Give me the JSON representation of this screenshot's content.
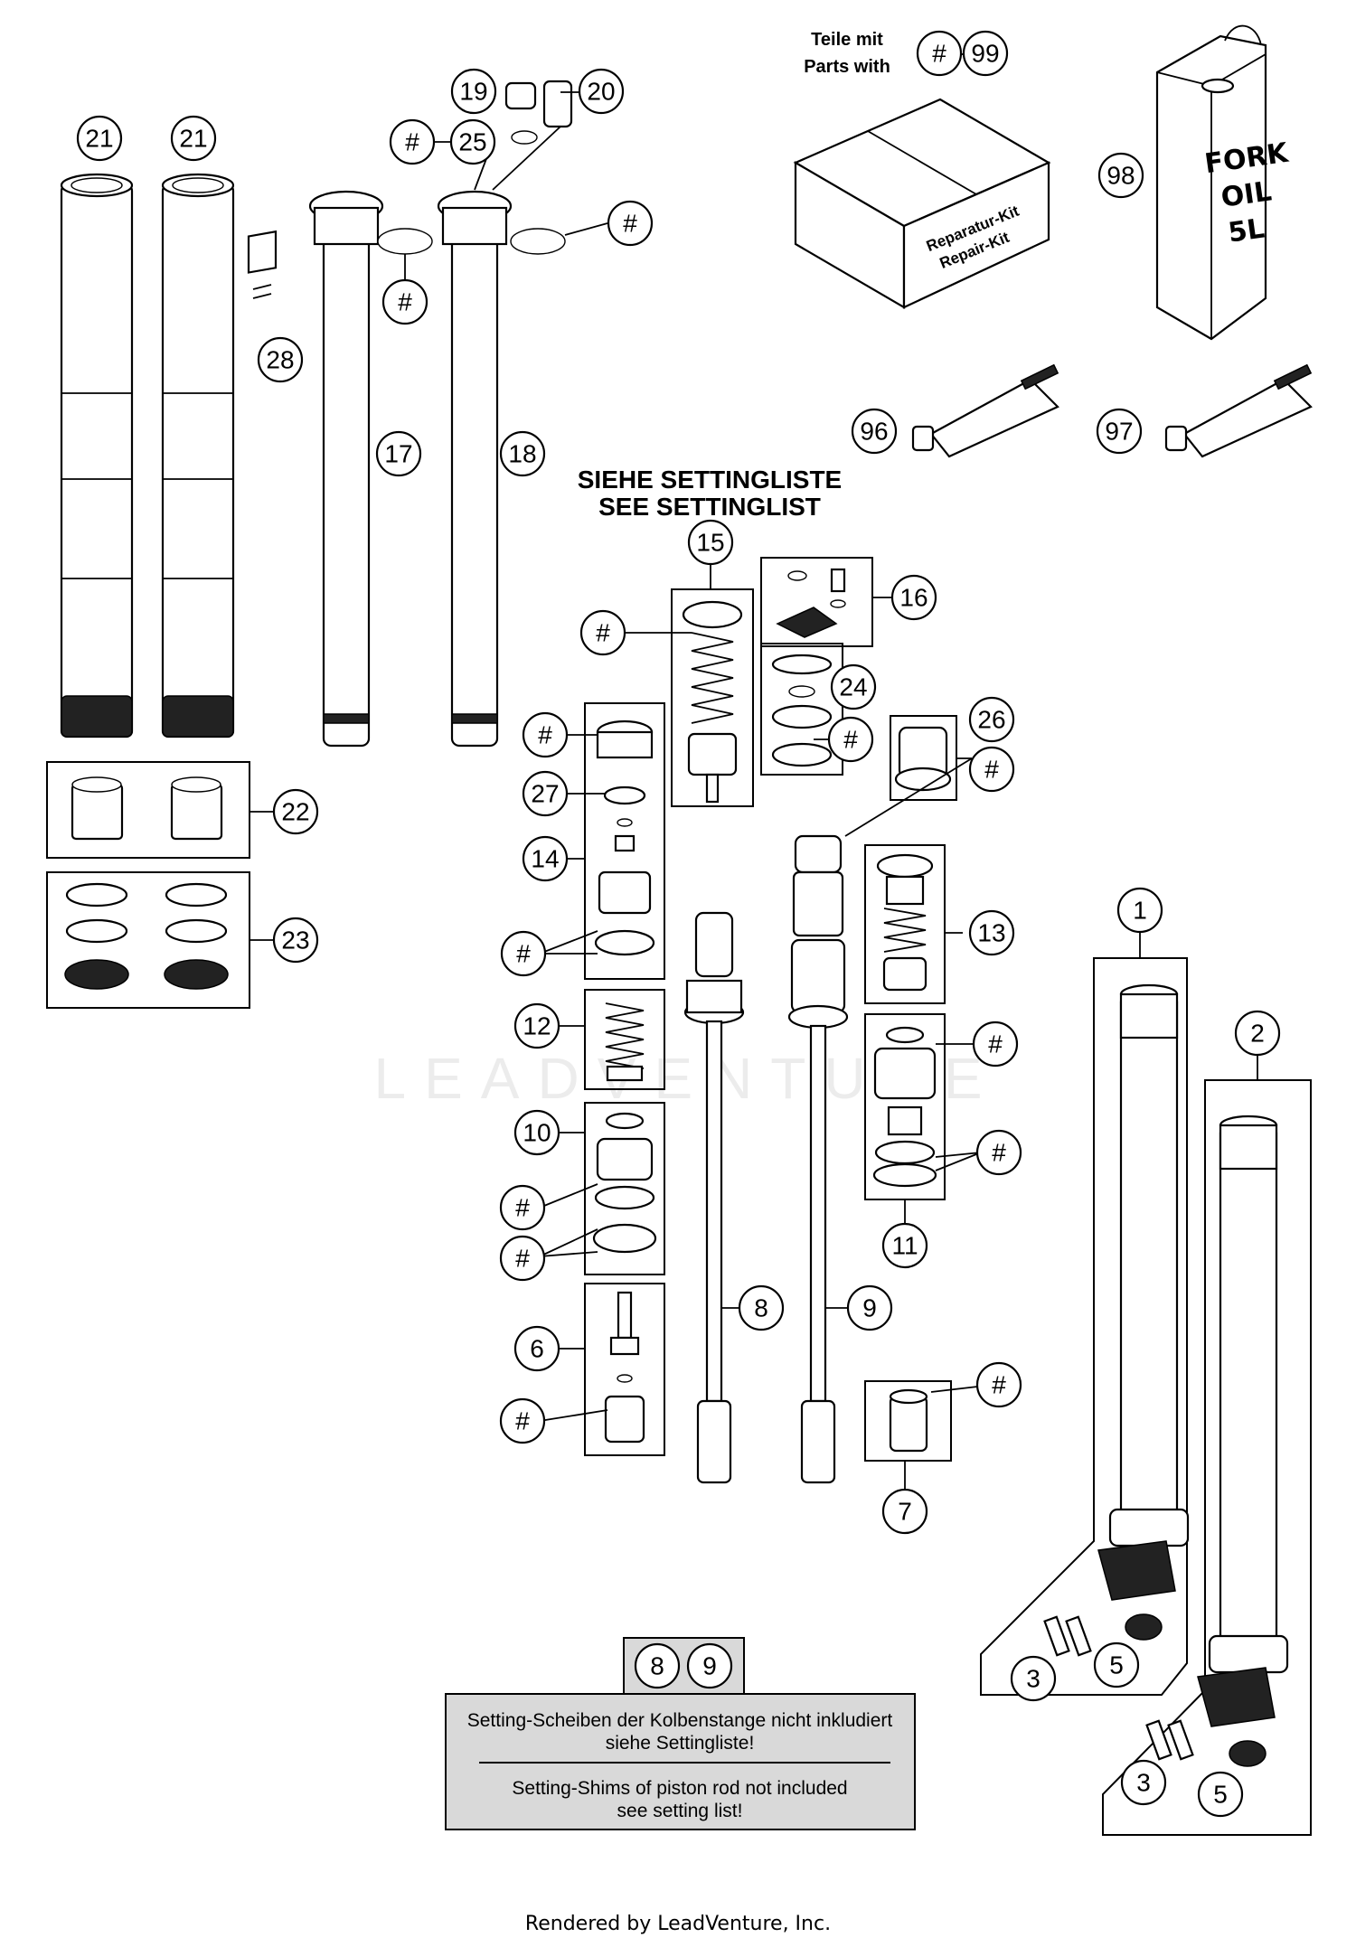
{
  "diagram": {
    "headings": {
      "setting_de": "SIEHE SETTINGLISTE",
      "setting_en": "SEE SETTINGLIST",
      "parts_with_de": "Teile mit",
      "parts_with_en": "Parts with"
    },
    "kit_label": {
      "line1": "Reparatur-Kit",
      "line2": "Repair-Kit"
    },
    "oil_label": {
      "line1": "FORK",
      "line2": "OIL",
      "line3": "5L"
    },
    "note": {
      "refs": [
        "8",
        "9"
      ],
      "de_line1": "Setting-Scheiben der Kolbenstange nicht inkludiert",
      "de_line2": "siehe Settingliste!",
      "en_line1": "Setting-Shims of piston rod not included",
      "en_line2": "see setting list!"
    },
    "watermark": "LEADVENTURE",
    "footer": "Rendered by LeadVenture, Inc.",
    "callouts": {
      "c21a": "21",
      "c21b": "21",
      "c28": "28",
      "c19": "19",
      "c20": "20",
      "c25": "25",
      "c25h": "#",
      "c17": "17",
      "c17h": "#",
      "c18": "18",
      "c18h": "#",
      "c99h": "#",
      "c99": "99",
      "c98": "98",
      "c96": "96",
      "c97": "97",
      "c22": "22",
      "c23": "23",
      "c15": "15",
      "c15h": "#",
      "c16": "16",
      "c24": "24",
      "c24h": "#",
      "c14h": "#",
      "c27": "27",
      "c14": "14",
      "c14h2": "#",
      "c26": "26",
      "c26h": "#",
      "c13": "13",
      "c12": "12",
      "c10": "10",
      "c10h1": "#",
      "c10h2": "#",
      "c11h1": "#",
      "c11h2": "#",
      "c11": "11",
      "c8": "8",
      "c9": "9",
      "c6": "6",
      "c6h": "#",
      "c7h": "#",
      "c7": "7",
      "c1": "1",
      "c2": "2",
      "c3a": "3",
      "c5a": "5",
      "c3b": "3",
      "c5b": "5"
    }
  }
}
